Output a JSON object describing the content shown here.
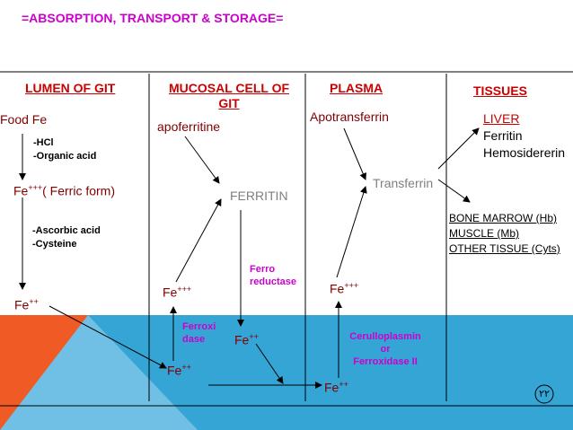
{
  "title": "=ABSORPTION, TRANSPORT & STORAGE=",
  "columns": {
    "lumen": "LUMEN OF GIT",
    "mucosal_line1": "MUCOSAL CELL OF",
    "mucosal_line2": "GIT",
    "plasma": "PLASMA",
    "tissues": "TISSUES"
  },
  "lumen": {
    "food_fe": "Food Fe",
    "hcl": "-HCl",
    "organic_acid": "-Organic acid",
    "fe3_base": "Fe",
    "fe3_sup": "+++",
    "ferric_form": "( Ferric form)",
    "ascorbic": "-Ascorbic acid",
    "cysteine": "-Cysteine",
    "fe2_base": "Fe",
    "fe2_sup": "++"
  },
  "mucosal": {
    "apoferritine": "apoferritine",
    "ferritin": "FERRITIN",
    "ferro_reductase_1": "Ferro",
    "ferro_reductase_2": "reductase",
    "fe3_base": "Fe",
    "fe3_sup": "+++",
    "ferroxidase_1": "Ferroxi",
    "ferroxidase_2": "dase",
    "fe2a_base": "Fe",
    "fe2a_sup": "++",
    "fe2b_base": "Fe",
    "fe2b_sup": "++"
  },
  "plasma": {
    "apotransferrin": "Apotransferrin",
    "transferrin": "Transferrin",
    "fe3_base": "Fe",
    "fe3_sup": "+++",
    "ceruloplasmin_1": "Cerulloplasmin",
    "ceruloplasmin_2": "or",
    "ceruloplasmin_3": "Ferroxidase II",
    "fe2_base": "Fe",
    "fe2_sup": "++"
  },
  "tissues": {
    "liver": "LIVER",
    "ferritin": "Ferritin",
    "hemosiderin": "Hemosidererin",
    "bone_marrow": "BONE MARROW (Hb)",
    "muscle": "MUSCLE (Mb)",
    "other_tissue": "OTHER TISSUE (Cyts)"
  },
  "page_number": "٢٢",
  "colors": {
    "background_blue": "#35a5d6",
    "triangle_light": "#6fc0e4",
    "triangle_orange": "#f05a24",
    "title_magenta": "#cc00cc",
    "header_red": "#cc0000"
  }
}
